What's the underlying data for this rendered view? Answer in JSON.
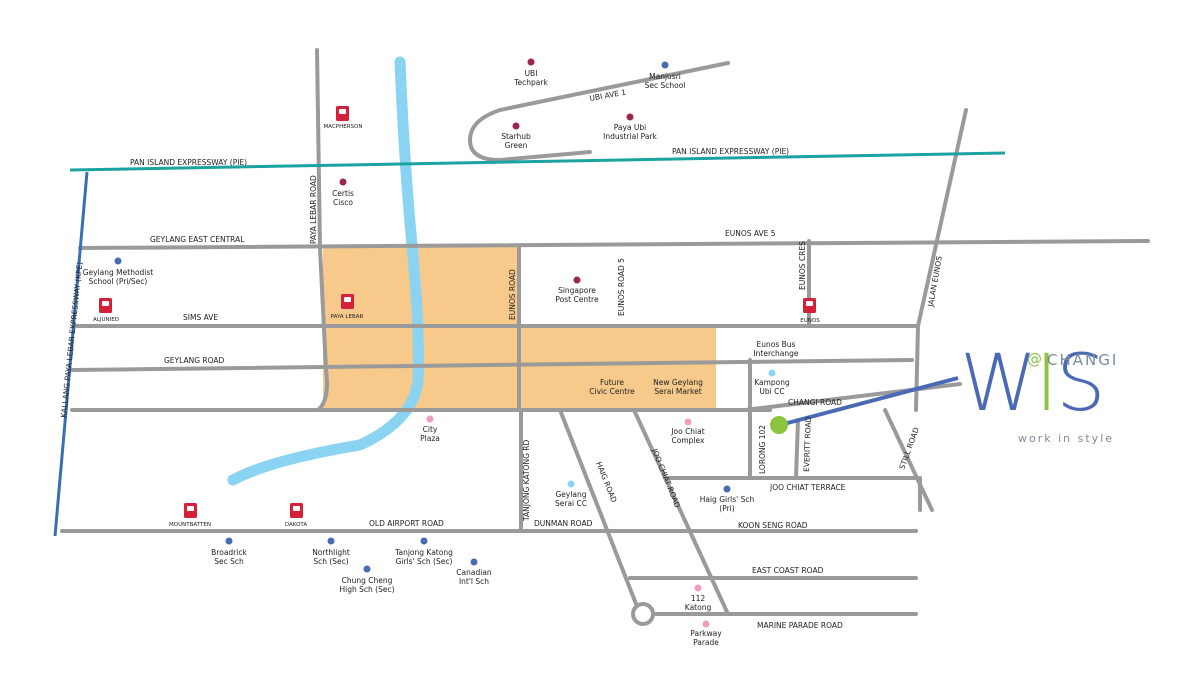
{
  "roads": {
    "pie_left": "PAN ISLAND EXPRESSWAY (PIE)",
    "pie_right": "PAN ISLAND EXPRESSWAY (PIE)",
    "ubi_ave_1": "UBI AVE 1",
    "kpe": "KALLANG PAYA LEBAR EXPRESSWAY (KPE)",
    "geylang_east_central": "GEYLANG EAST CENTRAL",
    "eunos_ave_5": "EUNOS AVE 5",
    "sims_ave": "SIMS AVE",
    "geylang_road": "GEYLANG ROAD",
    "paya_lebar_road": "PAYA LEBAR ROAD",
    "eunos_road": "EUNOS ROAD",
    "eunos_road_5": "EUNOS ROAD 5",
    "eunos_cres": "EUNOS CRES",
    "jalan_eunos": "JALAN EUNOS",
    "changi_road": "CHANGI ROAD",
    "lorong_102": "LORONG 102",
    "everitt_road": "EVERITT ROAD",
    "still_road": "STILL ROAD",
    "joo_chiat_terrace": "JOO CHIAT TERRACE",
    "koon_seng_road": "KOON SENG ROAD",
    "old_airport_road": "OLD AIRPORT ROAD",
    "dunman_road": "DUNMAN ROAD",
    "tanjong_katong_rd": "TANJONG KATONG RD",
    "haig_road": "HAIG ROAD",
    "joo_chiat_road": "JOO CHIAT ROAD",
    "east_coast_road": "EAST COAST ROAD",
    "marine_parade_road": "MARINE PARADE ROAD"
  },
  "places": {
    "ubi_techpark": [
      "UBI",
      "Techpark"
    ],
    "manjusri": [
      "Manjusri",
      "Sec School"
    ],
    "starhub": [
      "Starhub",
      "Green"
    ],
    "paya_ubi": [
      "Paya Ubi",
      "Industrial Park"
    ],
    "certis": [
      "Certis",
      "Cisco"
    ],
    "geylang_methodist": [
      "Geylang Methodist",
      "School (Pri/Sec)"
    ],
    "singapore_post": [
      "Singapore",
      "Post Centre"
    ],
    "eunos_bus": [
      "Eunos Bus",
      "Interchange"
    ],
    "kampong_ubi": [
      "Kampong",
      "Ubi CC"
    ],
    "future_civic": [
      "Future",
      "Civic Centre"
    ],
    "new_geylang_serai": [
      "New Geylang",
      "Serai Market"
    ],
    "city_plaza": [
      "City",
      "Plaza"
    ],
    "joo_chiat_complex": [
      "Joo Chiat",
      "Complex"
    ],
    "geylang_serai_cc": [
      "Geylang",
      "Serai CC"
    ],
    "haig_girls": [
      "Haig Girls' Sch",
      "(Pri)"
    ],
    "broadrick": [
      "Broadrick",
      "Sec Sch"
    ],
    "northlight": [
      "Northlight",
      "Sch (Sec)"
    ],
    "tanjong_katong_girls": [
      "Tanjong Katong",
      "Girls' Sch (Sec)"
    ],
    "chung_cheng": [
      "Chung Cheng",
      "High Sch (Sec)"
    ],
    "canadian": [
      "Canadian",
      "Int'l Sch"
    ],
    "katong_112": [
      "112",
      "Katong"
    ],
    "parkway": [
      "Parkway",
      "Parade"
    ]
  },
  "mrt": {
    "icon_text": "MRT",
    "macpherson": "MACPHERSON",
    "aljunied": "ALJUNIED",
    "paya_lebar": "PAYA LEBAR",
    "eunos": "EUNOS",
    "mountbatten": "MOUNTBATTEN",
    "dakota": "DAKOTA"
  },
  "logo": {
    "at": "@",
    "changi": "CHANGI",
    "w": "W",
    "i": "I",
    "s": "S",
    "tagline": "work in style"
  },
  "colors": {
    "road": "#9a9a9a",
    "pie": "#1aa3a0",
    "kpe": "#3a6fb5",
    "river": "#8ad3f2",
    "highlight": "#f7c98b",
    "mrt": "#d3213a",
    "school": "#4a6ab5",
    "commercial": "#9b2552",
    "community": "#8ed4f2",
    "mall": "#f09cc0",
    "site": "#8bc43f",
    "logo_blue": "#4a6ab5"
  }
}
